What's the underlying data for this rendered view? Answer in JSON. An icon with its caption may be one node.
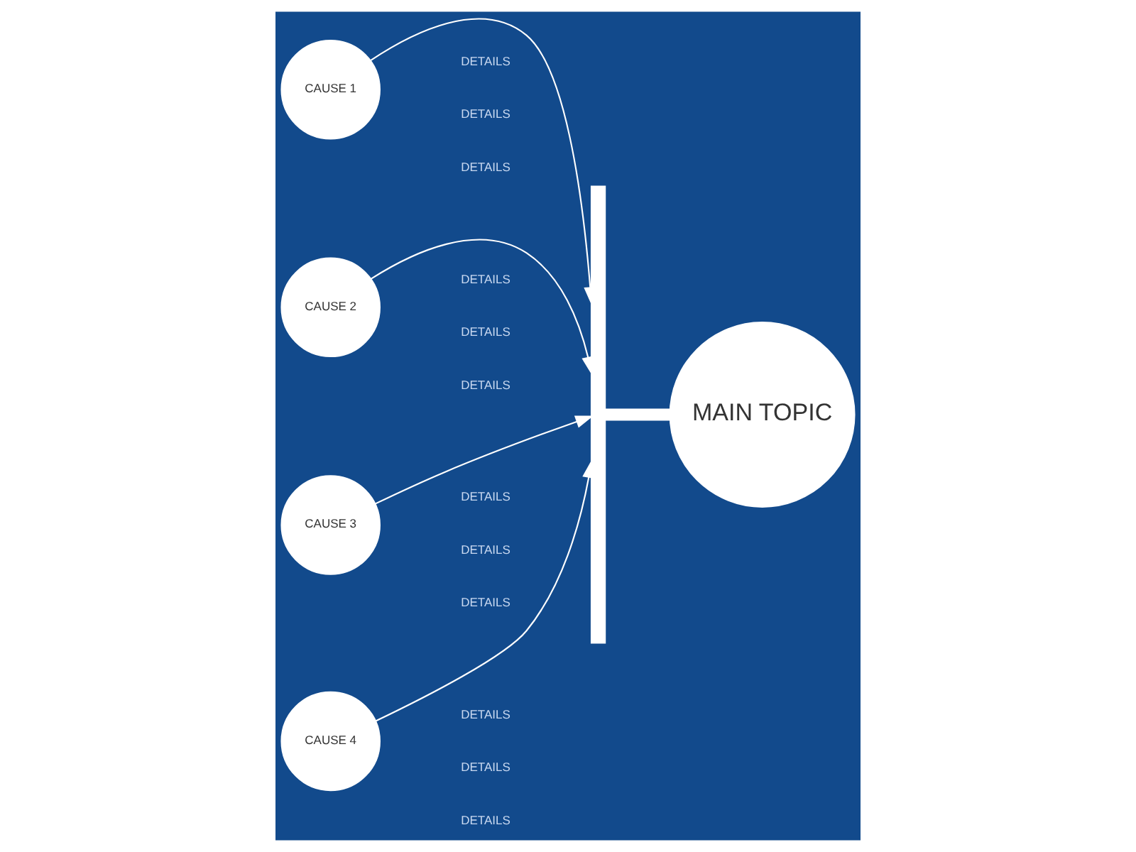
{
  "diagram": {
    "nodes": [
      {
        "text": [
          "CAUSE 1"
        ]
      },
      {
        "text": [
          "CAUSE 2"
        ]
      },
      {
        "text": [
          "CAUSE 3"
        ]
      },
      {
        "text": [
          "CAUSE 4"
        ]
      },
      {
        "text": [],
        "shape": "bar"
      },
      {
        "text": [
          "MAIN TOPIC"
        ]
      }
    ],
    "edges": [
      {
        "from": 0,
        "to": 4,
        "arrow": "to"
      },
      {
        "from": 1,
        "to": 4,
        "arrow": "to"
      },
      {
        "from": 2,
        "to": 4,
        "arrow": "to"
      },
      {
        "from": 3,
        "to": 4,
        "arrow": "to"
      },
      {
        "from": 4,
        "to": 5,
        "arrow": "none",
        "style": "thick"
      }
    ],
    "labels": [
      "DETAILS",
      "DETAILS",
      "DETAILS",
      "DETAILS",
      "DETAILS",
      "DETAILS",
      "DETAILS",
      "DETAILS",
      "DETAILS",
      "DETAILS",
      "DETAILS",
      "DETAILS"
    ]
  }
}
